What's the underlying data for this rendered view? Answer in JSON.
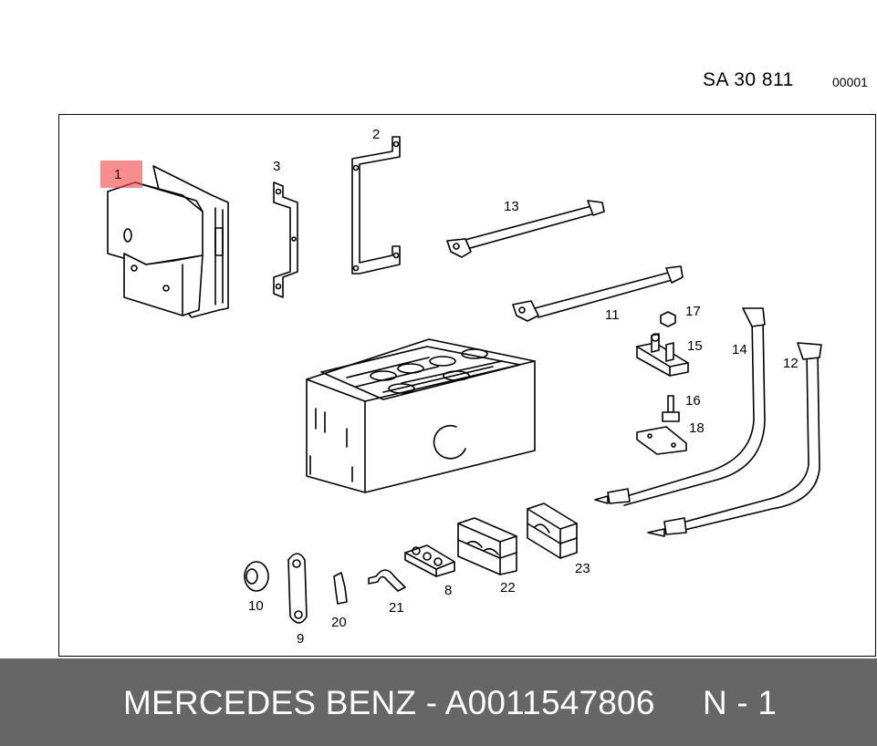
{
  "header": {
    "sheet_code": "SA   30 811",
    "sheet_seq": "00001"
  },
  "callouts": [
    {
      "label": "1"
    },
    {
      "label": "2"
    },
    {
      "label": "3"
    },
    {
      "label": "13"
    },
    {
      "label": "11"
    },
    {
      "label": "17"
    },
    {
      "label": "15"
    },
    {
      "label": "14"
    },
    {
      "label": "12"
    },
    {
      "label": "16"
    },
    {
      "label": "18"
    },
    {
      "label": "10"
    },
    {
      "label": "9"
    },
    {
      "label": "20"
    },
    {
      "label": "21"
    },
    {
      "label": "8"
    },
    {
      "label": "22"
    },
    {
      "label": "23"
    }
  ],
  "highlight": {
    "label": "1",
    "color": "#f45050"
  },
  "footer": {
    "text": "MERCEDES BENZ - A0011547806     N - 1",
    "background": "#666666"
  }
}
